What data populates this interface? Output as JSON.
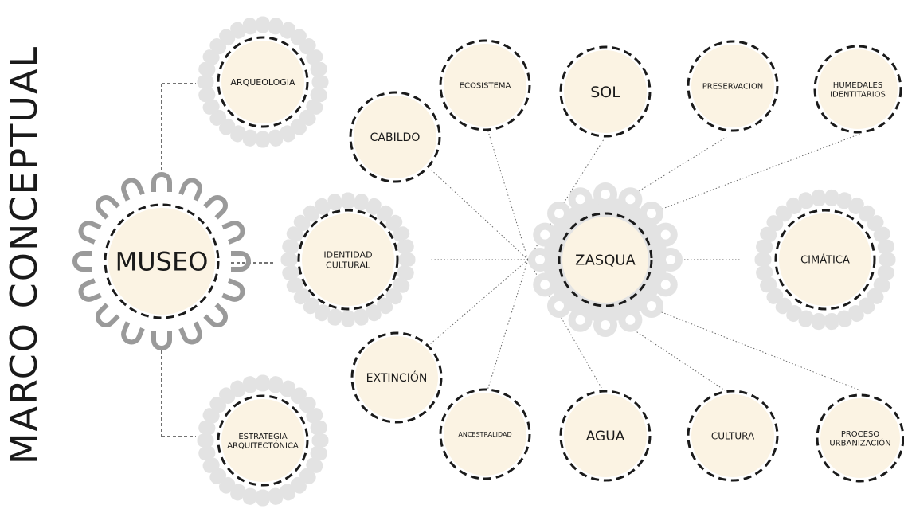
{
  "title": "MARCO CONCEPTUAL",
  "colors": {
    "fill": "#fbf3e3",
    "ink": "#1a1a1a",
    "halo": "#e3e3e3",
    "arc": "#9a9a9a"
  },
  "nodes": {
    "museo": "MUSEO",
    "arqueologia": "ARQUEOLOGIA",
    "estrategia": [
      "ESTRATEGIA",
      "ARQUITECTÓNICA"
    ],
    "identidad": [
      "IDENTIDAD",
      "CULTURAL"
    ],
    "cabildo": "CABILDO",
    "extincion": "EXTINCIÓN",
    "zasqua": "ZASQUA",
    "ecosistema": "ECOSISTEMA",
    "sol": "SOL",
    "preservacion": "PRESERVACION",
    "humedales": [
      "HUMEDALES",
      "IDENTITARIOS"
    ],
    "cimatica": "CIMÁTICA",
    "ancestralidad": "ANCESTRALIDAD",
    "agua": "AGUA",
    "cultura": "CULTURA",
    "proceso": [
      "PROCESO",
      "URBANIZACIÓN"
    ]
  }
}
